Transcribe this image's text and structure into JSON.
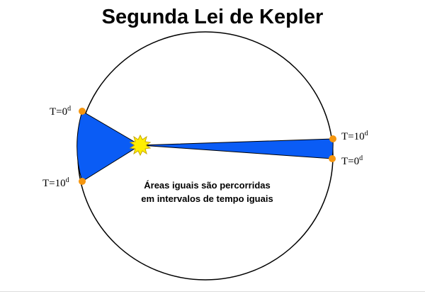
{
  "title": "Segunda Lei de Kepler",
  "caption": {
    "line1": "Áreas iguais são percorridas",
    "line2": "em intervalos de tempo iguais"
  },
  "labels": {
    "left_top": {
      "base": "T=0",
      "sup": "d"
    },
    "left_bottom": {
      "base": "T=10",
      "sup": "d"
    },
    "right_top": {
      "base": "T=10",
      "sup": "d"
    },
    "right_bottom": {
      "base": "T=0",
      "sup": "d"
    }
  },
  "colors": {
    "sector_fill": "#0a5cf5",
    "orbit": "#000000",
    "planet": "#f5960f",
    "sun": "#ffee00",
    "sun_outline": "#c8a800"
  },
  "icons": {
    "sun": "sun-icon",
    "planet": "planet-dot"
  }
}
